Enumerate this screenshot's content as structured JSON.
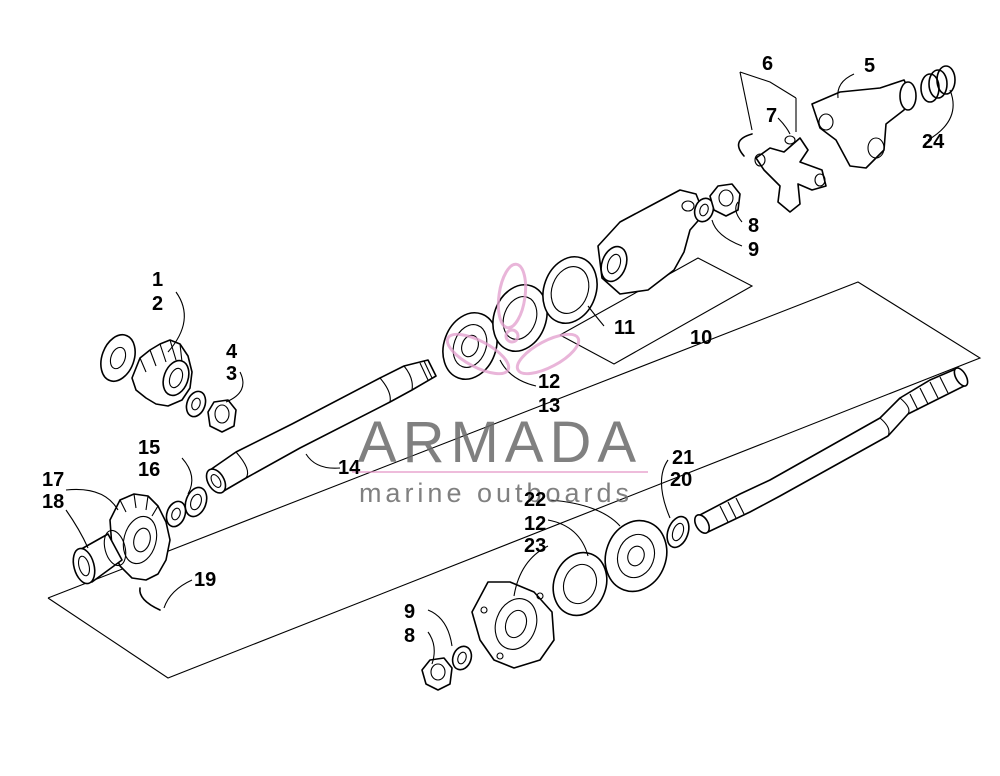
{
  "callouts": [
    {
      "id": "c1",
      "text": "1"
    },
    {
      "id": "c2",
      "text": "2"
    },
    {
      "id": "c3",
      "text": "3"
    },
    {
      "id": "c4",
      "text": "4"
    },
    {
      "id": "c5",
      "text": "5"
    },
    {
      "id": "c6",
      "text": "6"
    },
    {
      "id": "c7",
      "text": "7"
    },
    {
      "id": "c8a",
      "text": "8"
    },
    {
      "id": "c9a",
      "text": "9"
    },
    {
      "id": "c10",
      "text": "10"
    },
    {
      "id": "c11",
      "text": "11"
    },
    {
      "id": "c12a",
      "text": "12"
    },
    {
      "id": "c13",
      "text": "13"
    },
    {
      "id": "c14",
      "text": "14"
    },
    {
      "id": "c15",
      "text": "15"
    },
    {
      "id": "c16",
      "text": "16"
    },
    {
      "id": "c17",
      "text": "17"
    },
    {
      "id": "c18",
      "text": "18"
    },
    {
      "id": "c19",
      "text": "19"
    },
    {
      "id": "c20",
      "text": "20"
    },
    {
      "id": "c21",
      "text": "21"
    },
    {
      "id": "c22",
      "text": "22"
    },
    {
      "id": "c12b",
      "text": "12"
    },
    {
      "id": "c23",
      "text": "23"
    },
    {
      "id": "c9b",
      "text": "9"
    },
    {
      "id": "c8b",
      "text": "8"
    },
    {
      "id": "c24",
      "text": "24"
    }
  ],
  "watermark": {
    "title": "ARMADA",
    "subtitle": "marine outboards",
    "accent_color": "#e38fc4",
    "text_color": "#6b6b6b"
  }
}
